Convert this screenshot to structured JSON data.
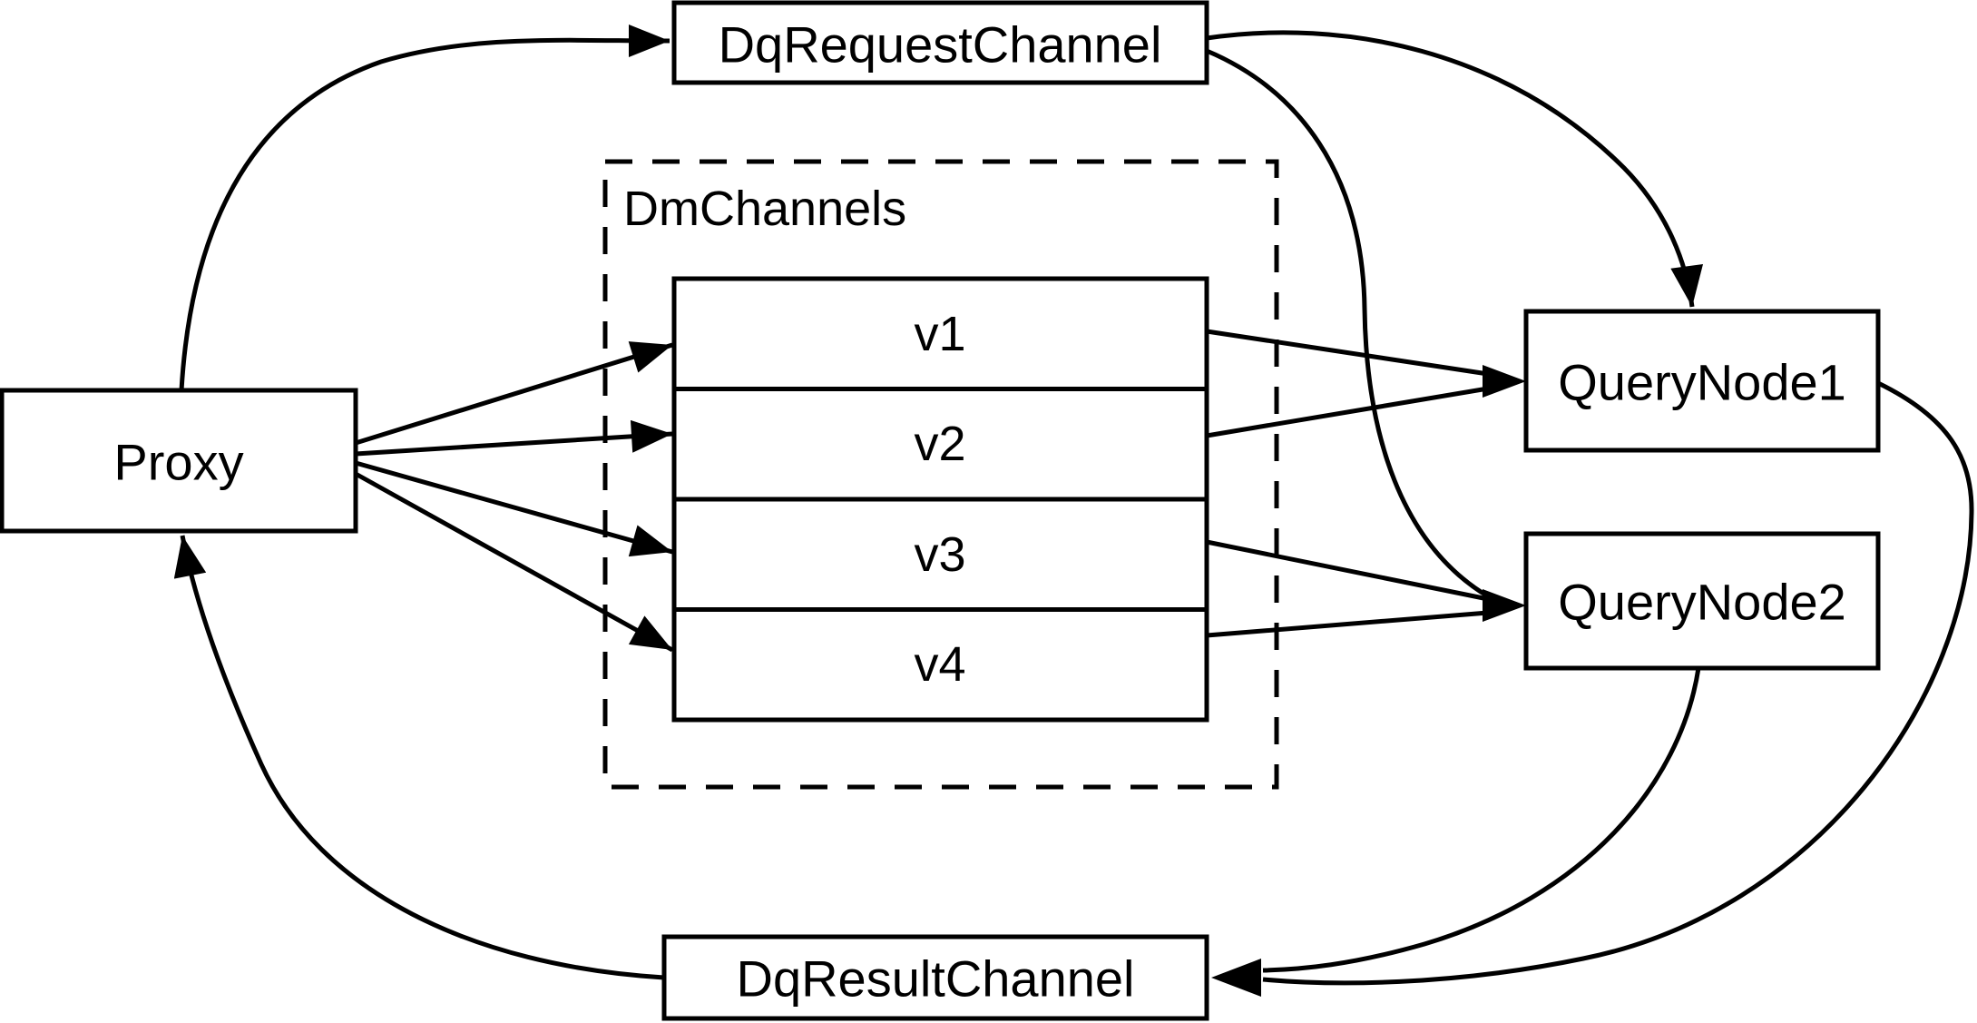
{
  "diagram": {
    "type": "flow-diagram",
    "colors": {
      "stroke": "#000000",
      "node_fill": "#ffffff",
      "background": "#ffffff"
    },
    "nodes": {
      "dq_request_channel": {
        "label": "DqRequestChannel",
        "shape": "rect"
      },
      "proxy": {
        "label": "Proxy",
        "shape": "rect"
      },
      "dm_channels": {
        "label": "DmChannels",
        "shape": "dashed-rect-group"
      },
      "v1": {
        "label": "v1",
        "shape": "stack-row"
      },
      "v2": {
        "label": "v2",
        "shape": "stack-row"
      },
      "v3": {
        "label": "v3",
        "shape": "stack-row"
      },
      "v4": {
        "label": "v4",
        "shape": "stack-row"
      },
      "query_node_1": {
        "label": "QueryNode1",
        "shape": "rect"
      },
      "query_node_2": {
        "label": "QueryNode2",
        "shape": "rect"
      },
      "dq_result_channel": {
        "label": "DqResultChannel",
        "shape": "rect"
      }
    },
    "edges": [
      {
        "from": "Proxy",
        "to": "DqRequestChannel",
        "style": "curved-arrow"
      },
      {
        "from": "DqRequestChannel",
        "to": "QueryNode1",
        "style": "curved-arrow"
      },
      {
        "from": "DqRequestChannel",
        "to": "QueryNode2",
        "style": "curved-arrow"
      },
      {
        "from": "Proxy",
        "to": "v1",
        "style": "straight-arrow"
      },
      {
        "from": "Proxy",
        "to": "v2",
        "style": "straight-arrow"
      },
      {
        "from": "Proxy",
        "to": "v3",
        "style": "straight-arrow"
      },
      {
        "from": "Proxy",
        "to": "v4",
        "style": "straight-arrow"
      },
      {
        "from": "v1",
        "to": "QueryNode1",
        "style": "straight-arrow"
      },
      {
        "from": "v2",
        "to": "QueryNode1",
        "style": "straight-arrow"
      },
      {
        "from": "v3",
        "to": "QueryNode2",
        "style": "straight-arrow"
      },
      {
        "from": "v4",
        "to": "QueryNode2",
        "style": "straight-arrow"
      },
      {
        "from": "QueryNode1",
        "to": "DqResultChannel",
        "style": "curved-arrow"
      },
      {
        "from": "QueryNode2",
        "to": "DqResultChannel",
        "style": "curved-arrow"
      },
      {
        "from": "DqResultChannel",
        "to": "Proxy",
        "style": "curved-arrow"
      }
    ]
  }
}
